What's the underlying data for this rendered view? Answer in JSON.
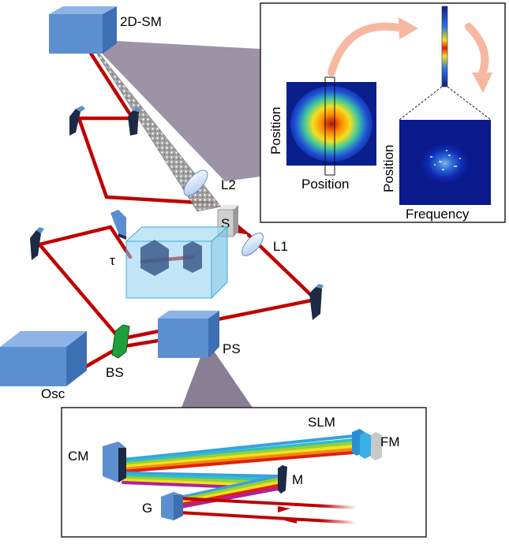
{
  "labels": {
    "spectrometer": "2D-SM",
    "lens2": "L2",
    "sample": "S",
    "lens1": "L1",
    "delay": "τ",
    "beamsplitter": "BS",
    "pulse_shaper": "PS",
    "oscillator": "Osc",
    "slm": "SLM",
    "fold_mirror": "FM",
    "curved_mirror": "CM",
    "mirror": "M",
    "grating": "G"
  },
  "inset_top": {
    "position_x_label": "Position",
    "position_y_label": "Position",
    "frequency_x_label": "Frequency",
    "frequency_y_label": "Position"
  },
  "colors": {
    "beam": "#c00000",
    "optic_blue": "#5b8fd0",
    "mirror_dark": "#1c2a44",
    "beamsplitter": "#1fa03a",
    "arrow_pink": "#f6b8a0",
    "inset_frame": "#222222",
    "callout_shade": "#4a3a5c"
  }
}
